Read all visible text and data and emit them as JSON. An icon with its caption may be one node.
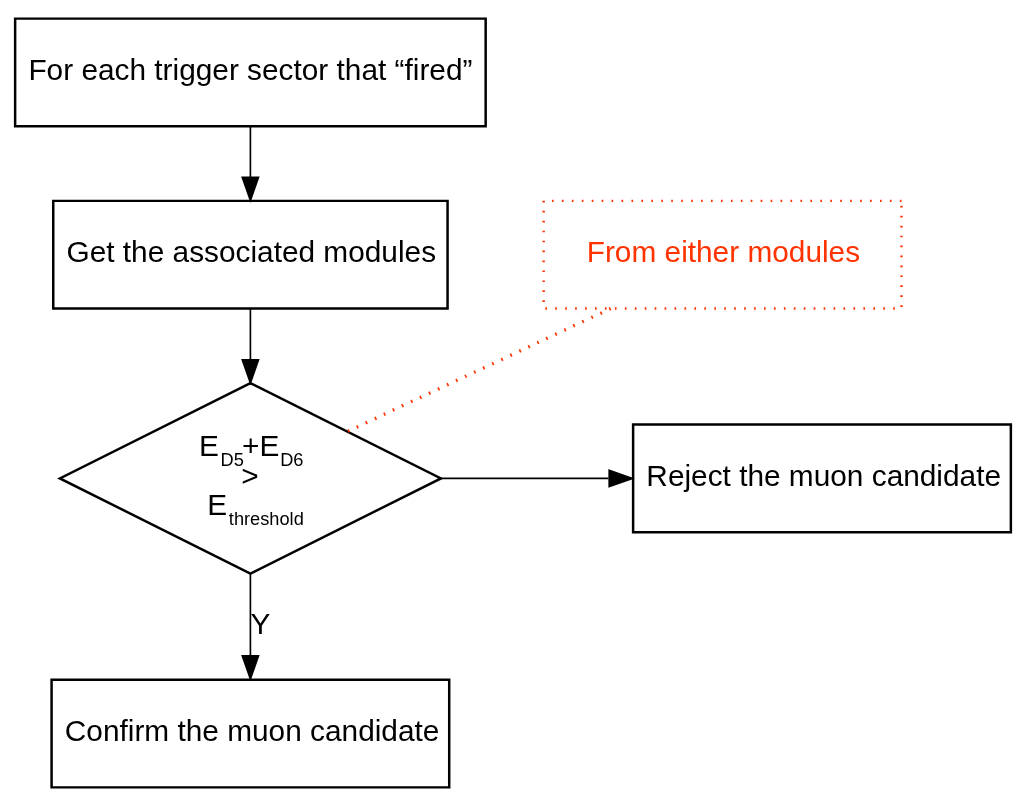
{
  "diagram": {
    "nodes": [
      {
        "text": [
          "For each trigger sector that “fired”"
        ]
      },
      {
        "text": [
          "Get the associated modules"
        ]
      },
      {
        "text": [
          "E$_{D5}$+E$_{D6}$",
          ">",
          "E$_{threshold}$"
        ]
      },
      {
        "text": [
          "Reject the muon candidate"
        ]
      },
      {
        "text": [
          "Confirm the muon candidate"
        ]
      },
      {
        "text": [
          "From either modules"
        ]
      }
    ],
    "edges": [
      {
        "from": 0,
        "to": 1,
        "arrow": "to"
      },
      {
        "from": 1,
        "to": 2,
        "arrow": "to"
      },
      {
        "from": 2,
        "to": 3,
        "arrow": "to"
      },
      {
        "from": 2,
        "to": 4,
        "label": "Y",
        "arrow": "to"
      },
      {
        "from": 5,
        "to": 2,
        "arrow": "none",
        "style": "dashed",
        "color": "#ff3300"
      }
    ]
  }
}
